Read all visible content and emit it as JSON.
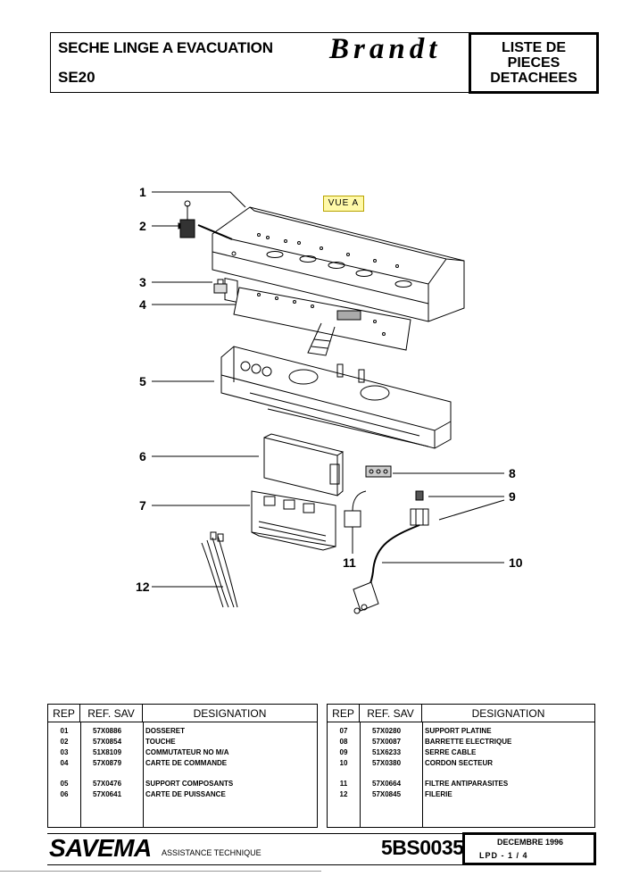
{
  "header": {
    "title": "SECHE LINGE A EVACUATION",
    "model": "SE20",
    "brand": "Brandt",
    "box_lines": [
      "LISTE DE",
      "PIECES",
      "DETACHEES"
    ]
  },
  "diagram": {
    "view_label": "VUE A",
    "callouts": [
      "1",
      "2",
      "3",
      "4",
      "5",
      "6",
      "7",
      "8",
      "9",
      "10",
      "11",
      "12"
    ]
  },
  "tables": {
    "headers": {
      "rep": "REP",
      "ref": "REF. SAV",
      "designation": "DESIGNATION"
    },
    "left": [
      {
        "rep": "01",
        "ref": "57X0886",
        "designation": "DOSSERET"
      },
      {
        "rep": "02",
        "ref": "57X0854",
        "designation": "TOUCHE"
      },
      {
        "rep": "03",
        "ref": "51X8109",
        "designation": "COMMUTATEUR NO M/A"
      },
      {
        "rep": "04",
        "ref": "57X0879",
        "designation": "CARTE DE COMMANDE"
      },
      {
        "rep": "05",
        "ref": "57X0476",
        "designation": "SUPPORT COMPOSANTS"
      },
      {
        "rep": "06",
        "ref": "57X0641",
        "designation": "CARTE DE PUISSANCE"
      }
    ],
    "right": [
      {
        "rep": "07",
        "ref": "57X0280",
        "designation": "SUPPORT PLATINE"
      },
      {
        "rep": "08",
        "ref": "57X0087",
        "designation": "BARRETTE ELECTRIQUE"
      },
      {
        "rep": "09",
        "ref": "51X6233",
        "designation": "SERRE CABLE"
      },
      {
        "rep": "10",
        "ref": "57X0380",
        "designation": "CORDON SECTEUR"
      },
      {
        "rep": "11",
        "ref": "57X0664",
        "designation": "FILTRE ANTIPARASITES"
      },
      {
        "rep": "12",
        "ref": "57X0845",
        "designation": "FILERIE"
      }
    ]
  },
  "footer": {
    "logo": "SAVEMA",
    "subtitle": "ASSISTANCE TECHNIQUE",
    "code": "5BS0035",
    "date": "DECEMBRE 1996",
    "page": "LPD -   1 / 4"
  }
}
